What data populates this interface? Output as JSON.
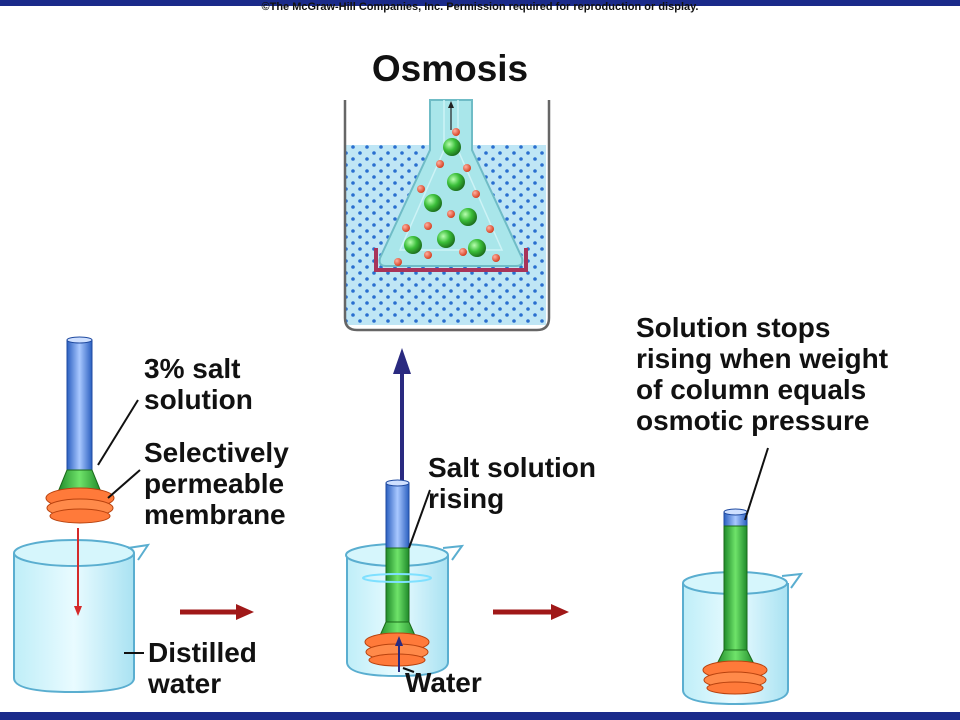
{
  "copyright": "©The McGraw-Hill Companies, Inc. Permission required for reproduction or display.",
  "title": "Osmosis",
  "labels": {
    "salt_solution": [
      "3% salt",
      "solution"
    ],
    "membrane": [
      "Selectively",
      "permeable",
      "membrane"
    ],
    "distilled_water": [
      "Distilled",
      "water"
    ],
    "salt_rising": [
      "Salt solution",
      "rising"
    ],
    "water": "Water",
    "stops_rising": [
      "Solution stops",
      "rising when weight",
      "of column equals",
      "osmotic pressure"
    ]
  },
  "colors": {
    "frame": "#1a2a8a",
    "water": "#9fdff0",
    "salt_column": "#2fae3a",
    "tube": "#5a8fe0",
    "membrane": "#ff7a3a",
    "arrow_red": "#a01818",
    "arrow_up": "#2a2a80"
  }
}
